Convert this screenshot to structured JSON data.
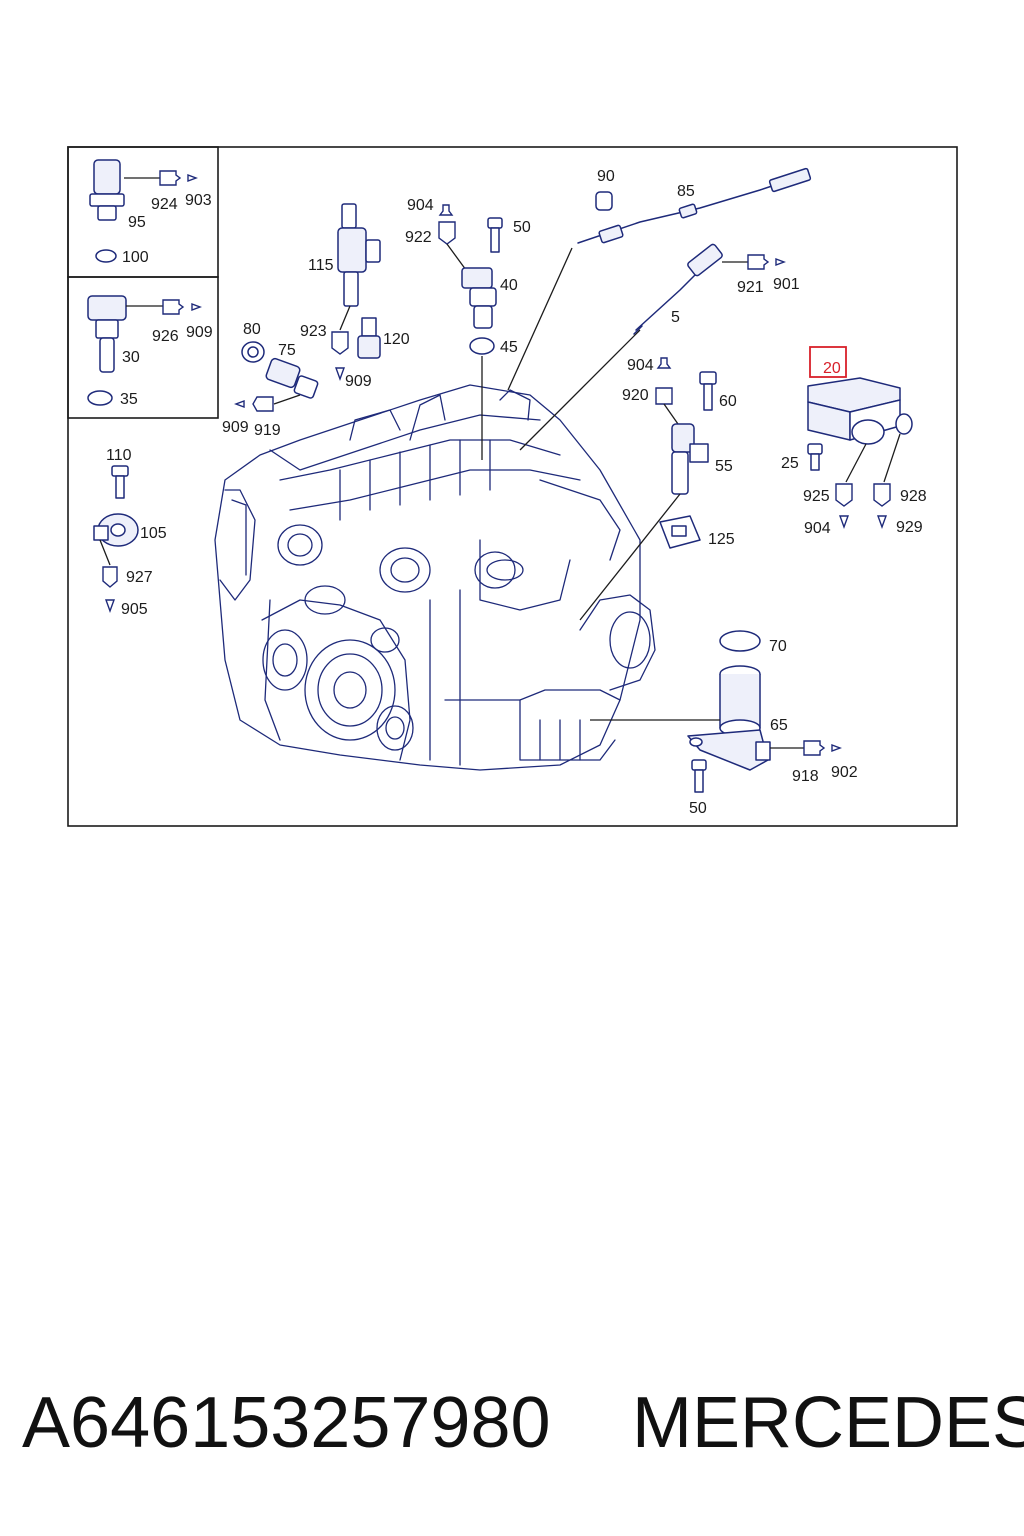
{
  "diagram": {
    "labels": {
      "p95": "95",
      "p100": "100",
      "p924": "924",
      "p903": "903",
      "p926": "926",
      "p909a": "909",
      "p30": "30",
      "p35": "35",
      "p110": "110",
      "p105": "105",
      "p927": "927",
      "p905": "905",
      "p80": "80",
      "p75": "75",
      "p909b": "909",
      "p919": "919",
      "p115": "115",
      "p923": "923",
      "p909c": "909",
      "p120": "120",
      "p904a": "904",
      "p922": "922",
      "p50a": "50",
      "p40": "40",
      "p45": "45",
      "p90": "90",
      "p85": "85",
      "p921": "921",
      "p901": "901",
      "p5": "5",
      "p904b": "904",
      "p920": "920",
      "p60": "60",
      "p55": "55",
      "p125": "125",
      "p20": "20",
      "p25": "25",
      "p925": "925",
      "p928": "928",
      "p904c": "904",
      "p929": "929",
      "p70": "70",
      "p65": "65",
      "p918": "918",
      "p902": "902",
      "p50b": "50"
    },
    "highlighted_part": "20",
    "highlight_color": "#d8202a",
    "line_color": "#1e2a7a"
  },
  "caption": {
    "part_number": "A646153257980",
    "brand": "MERCEDES"
  }
}
